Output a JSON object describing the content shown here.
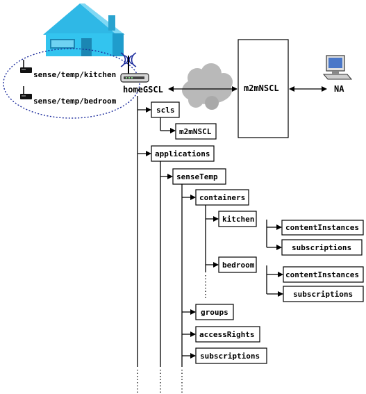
{
  "sensors": {
    "kitchen": "sense/temp/kitchen",
    "bedroom": "sense/temp/bedroom"
  },
  "gateway": {
    "label": "homeGSCL"
  },
  "server": {
    "label": "m2mNSCL"
  },
  "network_app": {
    "label": "NA"
  },
  "tree": {
    "scls": "scls",
    "scls_m2mNSCL": "m2mNSCL",
    "applications": "applications",
    "senseTemp": "senseTemp",
    "containers": "containers",
    "kitchen": "kitchen",
    "kitchen_contentInstances": "contentInstances",
    "kitchen_subscriptions": "subscriptions",
    "bedroom": "bedroom",
    "bedroom_contentInstances": "contentInstances",
    "bedroom_subscriptions": "subscriptions",
    "groups": "groups",
    "accessRights": "accessRights",
    "subscriptions": "subscriptions"
  },
  "colors": {
    "house_roof": "#2fb8e6",
    "house_wall": "#33c4ef",
    "cloud": "#b9b9b9",
    "ellipse": "#1a2a9c"
  }
}
